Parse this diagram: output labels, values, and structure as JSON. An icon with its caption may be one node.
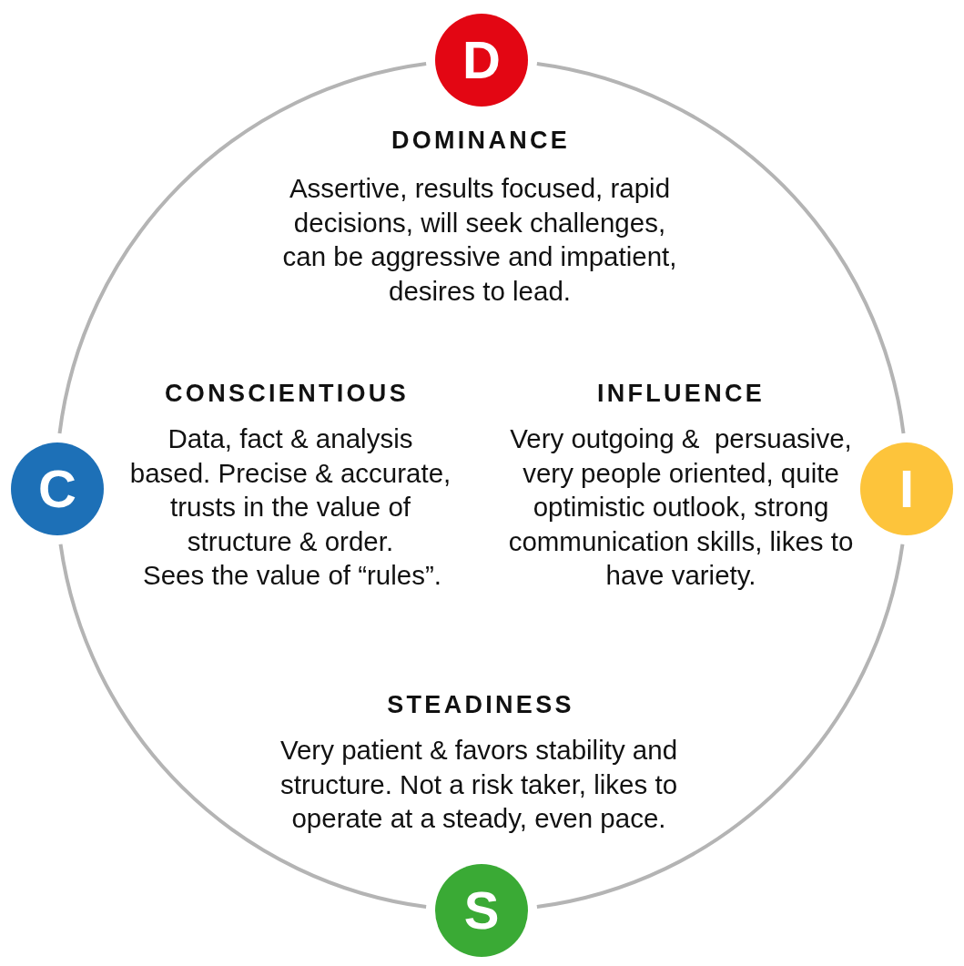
{
  "diagram": {
    "nodes": [
      {
        "text": [
          "D"
        ],
        "beside": [
          "DOMINANCE",
          "Assertive, results focused, rapid decisions, will seek challenges, can be aggressive and impatient, desires to lead."
        ]
      },
      {
        "text": [
          "C"
        ],
        "beside": [
          "CONSCIENTIOUS",
          "Data, fact & analysis based. Precise & accurate, trusts in the value of structure & order.",
          "Sees the value of “rules”."
        ]
      },
      {
        "text": [
          "I"
        ],
        "beside": [
          "INFLUENCE",
          "Very outgoing &  persuasive, very people oriented, quite optimistic outlook, strong communication skills, likes to have variety."
        ]
      },
      {
        "text": [
          "S"
        ],
        "beside": [
          "STEADINESS",
          "Very patient & favors stability and structure. Not a risk taker, likes to operate at a steady, even pace."
        ]
      }
    ],
    "edges": [
      {
        "from": 0,
        "to": 2,
        "arrow": "none"
      },
      {
        "from": 2,
        "to": 3,
        "arrow": "none"
      },
      {
        "from": 3,
        "to": 1,
        "arrow": "none"
      },
      {
        "from": 1,
        "to": 0,
        "arrow": "none"
      }
    ]
  }
}
